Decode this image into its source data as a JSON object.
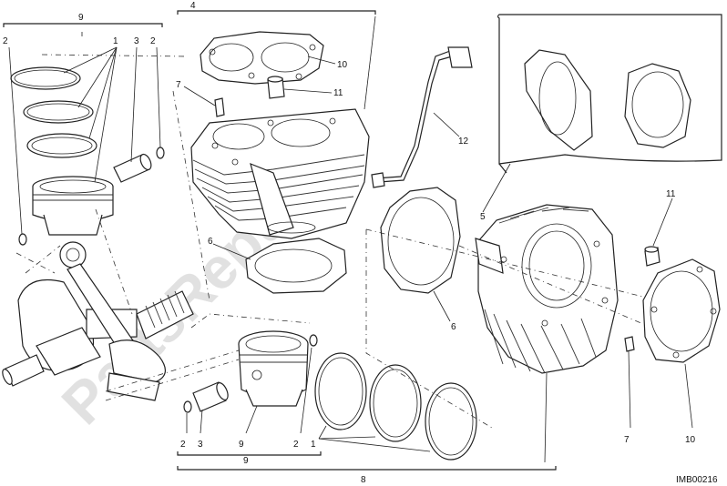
{
  "image_code": "IMB00216",
  "watermark": "PartsRepublik",
  "callouts": {
    "c1": "1",
    "c2": "2",
    "c3": "3",
    "c4": "4",
    "c5": "5",
    "c6": "6",
    "c7": "7",
    "c8": "8",
    "c9": "9",
    "c10": "10",
    "c11": "11",
    "c12": "12"
  }
}
